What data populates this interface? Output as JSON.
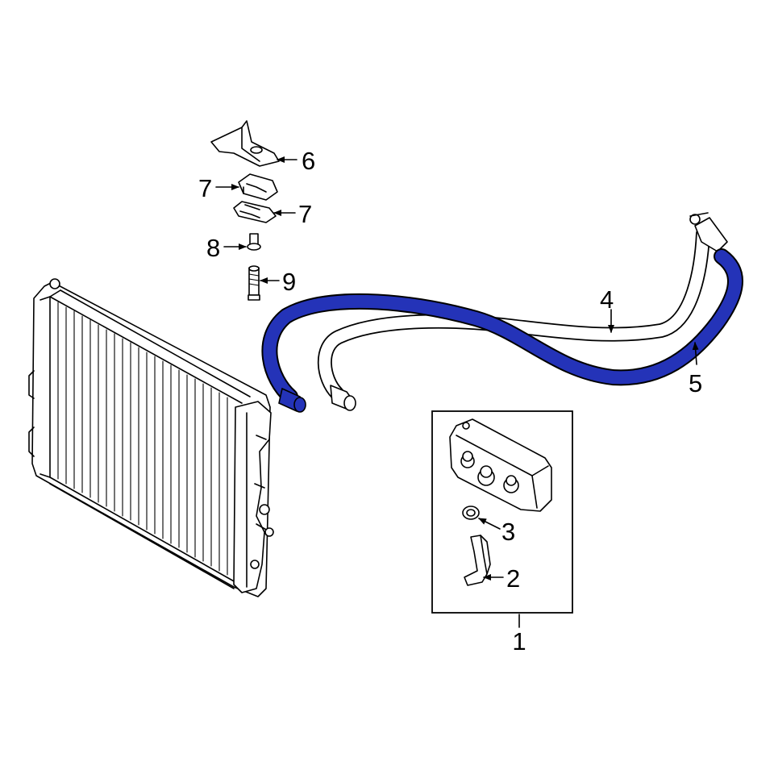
{
  "callouts": {
    "c1": "1",
    "c2": "2",
    "c3": "3",
    "c4": "4",
    "c5": "5",
    "c6": "6",
    "c7a": "7",
    "c7b": "7",
    "c8": "8",
    "c9": "9"
  },
  "colors": {
    "highlight": "#2433b8",
    "line": "#000000",
    "background": "#ffffff"
  }
}
